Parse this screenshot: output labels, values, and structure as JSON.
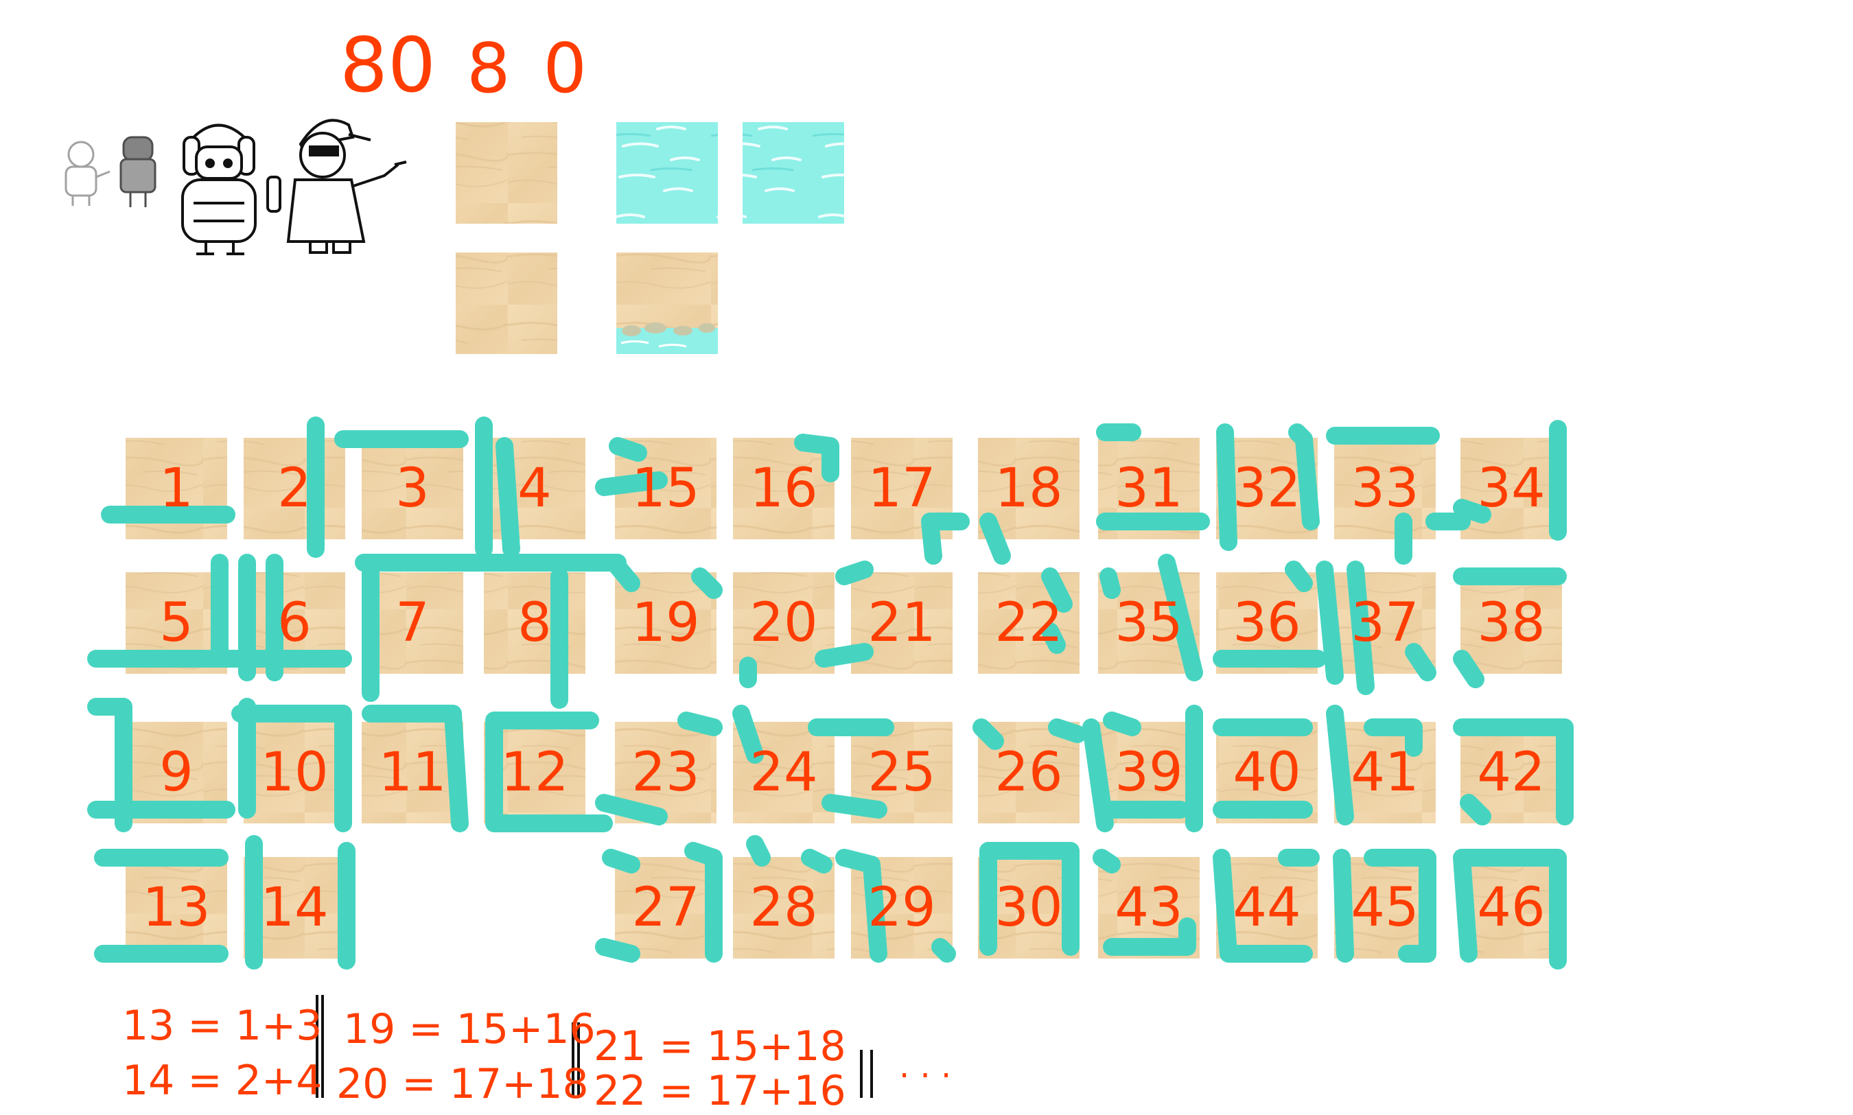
{
  "header": {
    "size_label_1": "80",
    "size_label_2": "8 0"
  },
  "characters": [
    {
      "name": "sketch-small-1"
    },
    {
      "name": "sketch-small-2"
    },
    {
      "name": "character-ushanka"
    },
    {
      "name": "character-sunglasses"
    }
  ],
  "sample_tiles": [
    {
      "kind": "sand"
    },
    {
      "kind": "water"
    },
    {
      "kind": "water"
    },
    {
      "kind": "sand"
    },
    {
      "kind": "shore"
    }
  ],
  "tiles": [
    "1",
    "2",
    "3",
    "4",
    "15",
    "16",
    "17",
    "18",
    "31",
    "32",
    "33",
    "34",
    "5",
    "6",
    "7",
    "8",
    "19",
    "20",
    "21",
    "22",
    "35",
    "36",
    "37",
    "38",
    "9",
    "10",
    "11",
    "12",
    "23",
    "24",
    "25",
    "26",
    "39",
    "40",
    "41",
    "42",
    "13",
    "14",
    "27",
    "28",
    "29",
    "30",
    "43",
    "44",
    "45",
    "46"
  ],
  "notes": {
    "col1_line1": "13 = 1+3",
    "col1_line2": "14 = 2+4",
    "col2_line1": "19 = 15+16",
    "col2_line2": "20 = 17+18",
    "col3_line1": "21 = 15+18",
    "col3_line2": "22 = 17+16",
    "ellipsis": ". . ."
  },
  "colors": {
    "sand": "#f1d6ac",
    "sand_dark": "#dcb98a",
    "water": "#8feee6",
    "wall": "#46d4c0",
    "ink": "#ff3d00"
  }
}
